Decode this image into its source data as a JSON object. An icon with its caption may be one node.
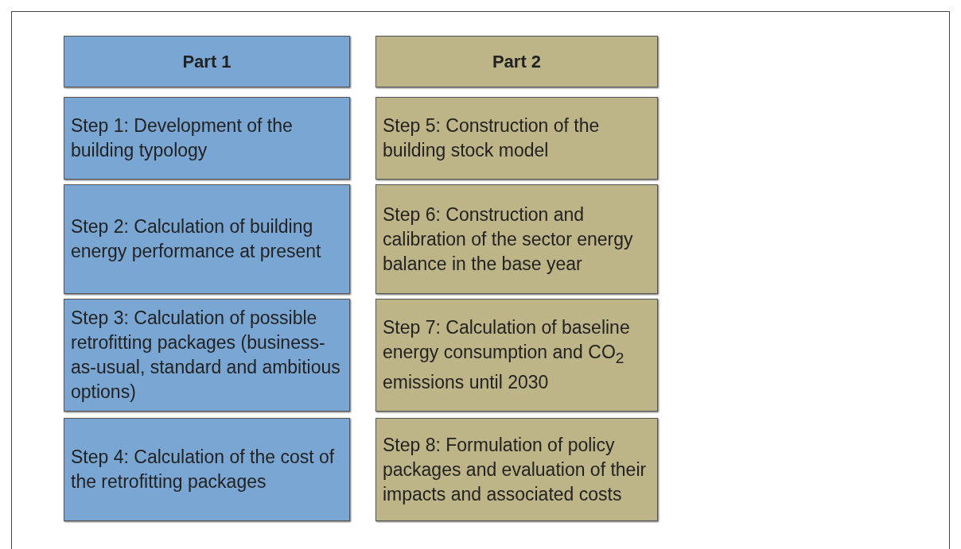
{
  "diagram": {
    "nodes": [
      {
        "text": [
          "Part 1"
        ]
      },
      {
        "text": [
          "Step 1: Development of the building typology"
        ]
      },
      {
        "text": [
          "Step 2: Calculation of building energy performance at present"
        ]
      },
      {
        "text": [
          "Step 3: Calculation of possible retrofitting packages (business-as-usual, standard and ambitious options)"
        ]
      },
      {
        "text": [
          "Step 4: Calculation of the cost of the retrofitting packages"
        ]
      },
      {
        "text": [
          "Part 2"
        ]
      },
      {
        "text": [
          "Step 5: Construction of the building stock model"
        ]
      },
      {
        "text": [
          "Step 6: Construction and calibration of the sector energy balance in the base year"
        ]
      },
      {
        "text": [
          "Step 7: Calculation of baseline energy consumption and CO$_{2}$ emissions until 2030"
        ]
      },
      {
        "text": [
          "Step 8: Formulation of policy packages and evaluation of their impacts and associated costs"
        ]
      }
    ],
    "edges": []
  }
}
